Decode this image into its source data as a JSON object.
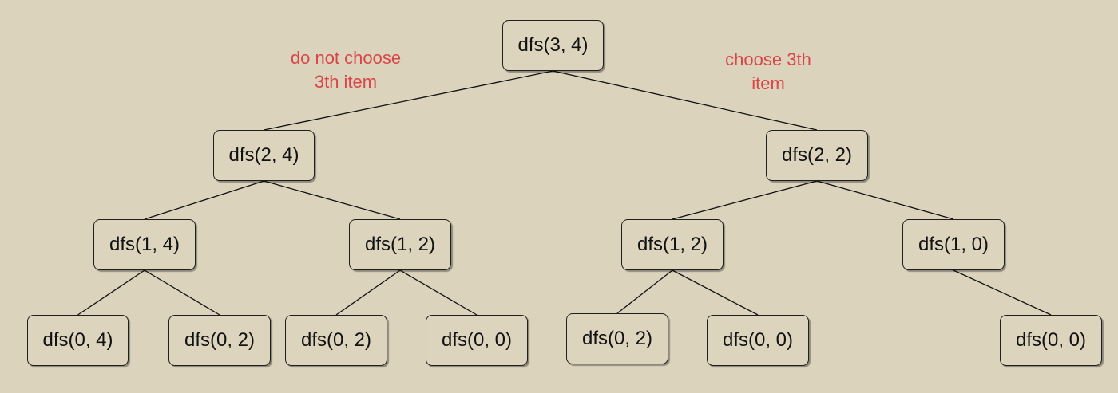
{
  "diagram": {
    "nodes": [
      {
        "id": "n-3-4",
        "text": "dfs(3, 4)"
      },
      {
        "id": "n-2-4",
        "text": "dfs(2, 4)"
      },
      {
        "id": "n-2-2",
        "text": "dfs(2, 2)"
      },
      {
        "id": "n-1-4",
        "text": "dfs(1, 4)"
      },
      {
        "id": "n-1-2a",
        "text": "dfs(1, 2)"
      },
      {
        "id": "n-1-2b",
        "text": "dfs(1, 2)"
      },
      {
        "id": "n-1-0",
        "text": "dfs(1, 0)"
      },
      {
        "id": "n-0-4",
        "text": "dfs(0, 4)"
      },
      {
        "id": "n-0-2a",
        "text": "dfs(0, 2)"
      },
      {
        "id": "n-0-2b",
        "text": "dfs(0, 2)"
      },
      {
        "id": "n-0-0a",
        "text": "dfs(0, 0)"
      },
      {
        "id": "n-0-2c",
        "text": "dfs(0, 2)"
      },
      {
        "id": "n-0-0b",
        "text": "dfs(0, 0)"
      },
      {
        "id": "n-0-0c",
        "text": "dfs(0, 0)"
      }
    ],
    "edges": [
      [
        "n-3-4",
        "n-2-4"
      ],
      [
        "n-3-4",
        "n-2-2"
      ],
      [
        "n-2-4",
        "n-1-4"
      ],
      [
        "n-2-4",
        "n-1-2a"
      ],
      [
        "n-2-2",
        "n-1-2b"
      ],
      [
        "n-2-2",
        "n-1-0"
      ],
      [
        "n-1-4",
        "n-0-4"
      ],
      [
        "n-1-4",
        "n-0-2a"
      ],
      [
        "n-1-2a",
        "n-0-2b"
      ],
      [
        "n-1-2a",
        "n-0-0a"
      ],
      [
        "n-1-2b",
        "n-0-2c"
      ],
      [
        "n-1-2b",
        "n-0-0b"
      ],
      [
        "n-1-0",
        "n-0-0c"
      ]
    ],
    "annotations": {
      "left": {
        "line1": "do not choose",
        "line2": "3th item"
      },
      "right": {
        "line1": "choose 3th",
        "line2": "item"
      }
    },
    "colors": {
      "background": "#dcd3bc",
      "node_border": "#1f1f1f",
      "edge": "#111111",
      "annotation": "#d9464a"
    }
  }
}
